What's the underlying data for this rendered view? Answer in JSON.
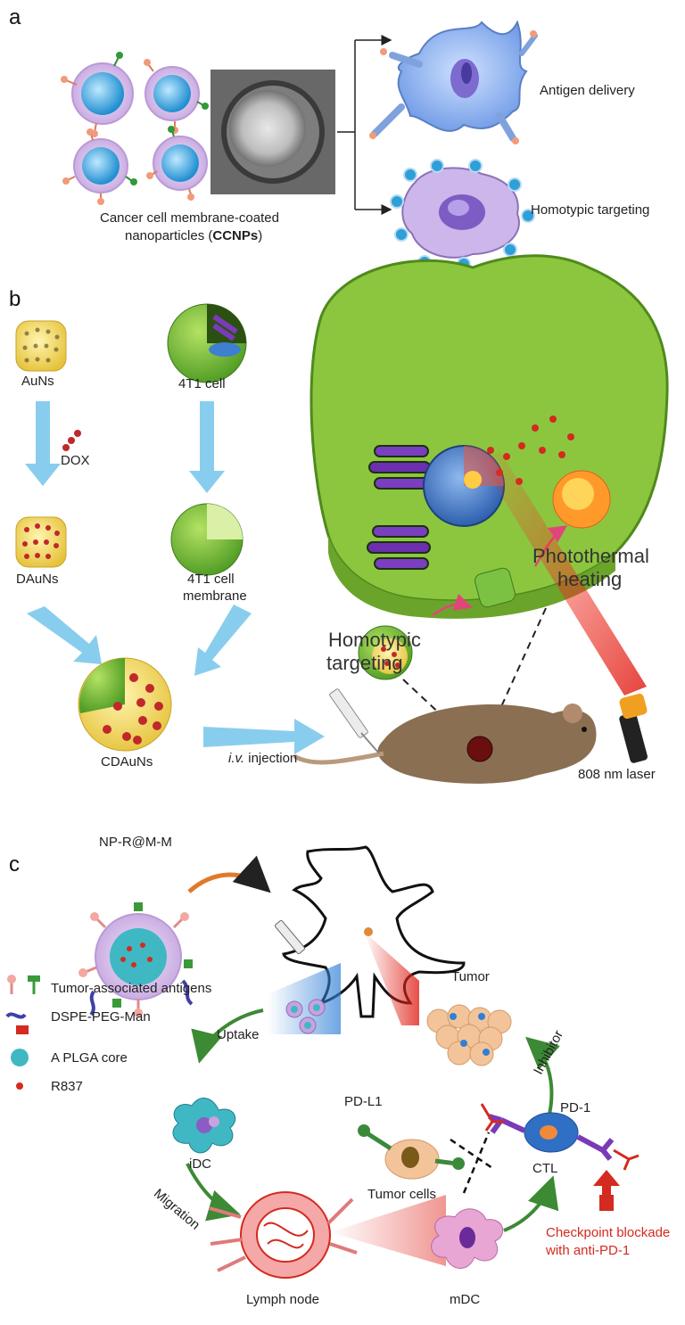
{
  "panels": {
    "a": {
      "letter": "a",
      "ccnp_line1": "Cancer cell membrane-coated",
      "ccnp_line2_pre": "nanoparticles (",
      "ccnp_line2_bold": "CCNPs",
      "ccnp_line2_post": ")",
      "antigen_delivery": "Antigen delivery",
      "homotypic_targeting": "Homotypic targeting"
    },
    "b": {
      "letter": "b",
      "auns": "AuNs",
      "dox": "DOX",
      "dauns": "DAuNs",
      "cell_4t1": "4T1 cell",
      "membrane_line1": "4T1 cell",
      "membrane_line2": "membrane",
      "cdauns": "CDAuNs",
      "iv": "i.v.",
      "injection": " injection",
      "homotypic_line1": "Homotypic",
      "homotypic_line2": "targeting",
      "photothermal_line1": "Photothermal",
      "photothermal_line2": "heating",
      "laser": "808 nm laser"
    },
    "c": {
      "letter": "c",
      "np": "NP-R@M-M",
      "legend": [
        {
          "label": "Tumor-associated antigens",
          "icon": "antigen-icon"
        },
        {
          "label": "DSPE-PEG-Man",
          "icon": "dspe-peg-man-icon"
        },
        {
          "label": "A PLGA core",
          "icon": "plga-core-icon"
        },
        {
          "label": "R837",
          "icon": "r837-icon"
        }
      ],
      "tumor": "Tumor",
      "uptake": "Uptake",
      "inhibitor": "Inhibitor",
      "pdl1": "PD-L1",
      "pd1": "PD-1",
      "tumor_cells": "Tumor cells",
      "ctl": "CTL",
      "idc": "iDC",
      "migration": "Migration",
      "checkpoint_line1": "Checkpoint blockade",
      "checkpoint_line2": "with anti-PD-1",
      "mdc": "mDC",
      "lymph_node": "Lymph node"
    }
  },
  "colors": {
    "membrane_blue": "#3aa7d8",
    "cell_green": "#7cc242",
    "arrow_green": "#3c8a34",
    "laser_red": "#d42a1f",
    "arrow_blue": "#7cc8ec",
    "orange": "#e07a2a"
  }
}
